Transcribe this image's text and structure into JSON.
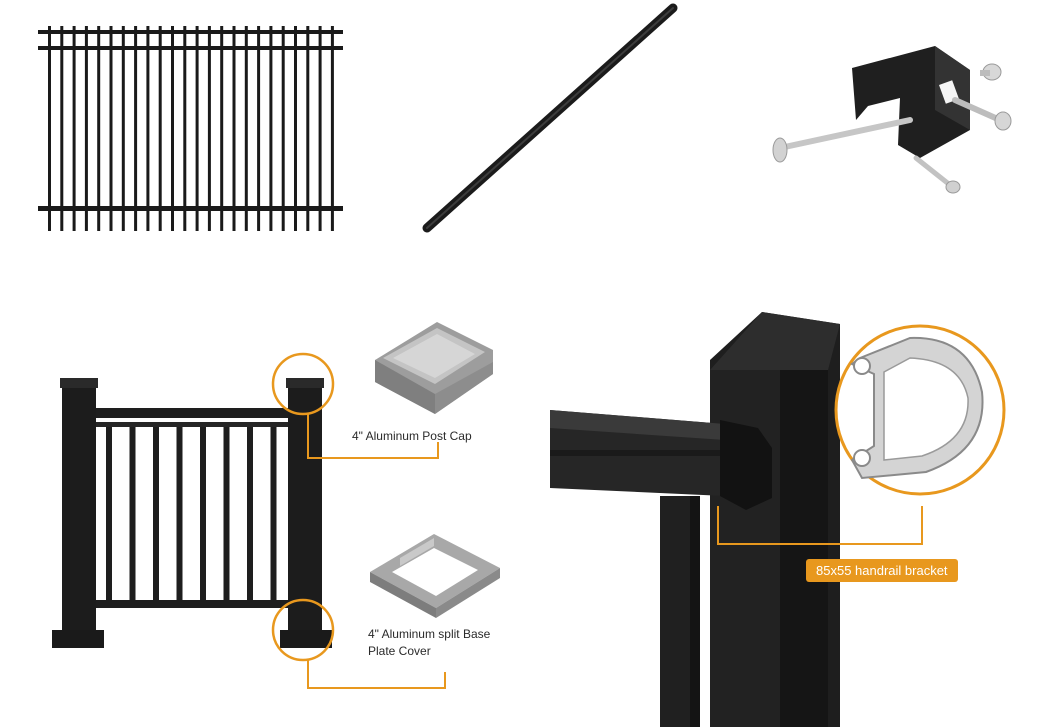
{
  "products": [
    {
      "name": "fence-panel"
    },
    {
      "name": "picket-rail"
    },
    {
      "name": "mounting-bracket-kit"
    }
  ],
  "callouts": {
    "post_cap_label": "4\" Aluminum Post Cap",
    "base_cover_label_line1": "4\" Aluminum split Base",
    "base_cover_label_line2": "Plate Cover",
    "handrail_bracket_label": "85x55 handrail bracket"
  },
  "colors": {
    "accent": "#e8981e",
    "metal_dark": "#1c1c1c",
    "aluminum": "#b9b9b9"
  }
}
